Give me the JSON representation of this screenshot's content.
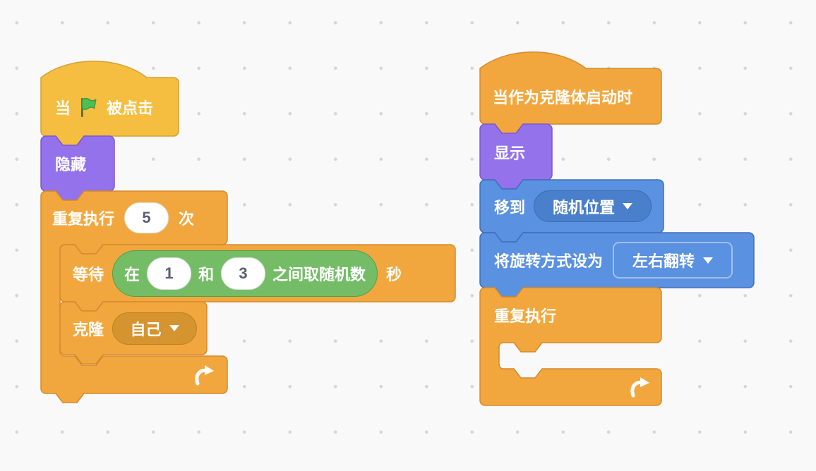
{
  "colors": {
    "workspace-bg": "#f9f9f9",
    "workspace-dot": "#d6d6d6",
    "events": "#f6be40",
    "events-border": "#d5a032",
    "control": "#f2a73e",
    "control-border": "#d68a2d",
    "looks": "#9472ec",
    "looks-border": "#7b59cf",
    "motion": "#5a91e0",
    "motion-border": "#416fbc",
    "operators": "#74bd66",
    "operators-border": "#53a046",
    "control-dropdown": "#d59430",
    "control-dropdown-border": "#be831f",
    "motion-dropdown": "#4a7fcc",
    "motion-dropdown-border": "#3d6cb3",
    "input-bg": "#ffffff",
    "input-border": "#e0e0e0",
    "input-text": "#575e75",
    "flag-green": "#4cbf56",
    "label-text": "#ffffff"
  },
  "left_script": {
    "when_flag_clicked": {
      "label_before": "当",
      "label_after": "被点击"
    },
    "hide": {
      "label": "隐藏"
    },
    "repeat": {
      "label": "重复执行",
      "times": "5",
      "unit": "次"
    },
    "wait": {
      "label": "等待",
      "unit": "秒"
    },
    "pick_random": {
      "label_before": "在",
      "min": "1",
      "label_mid": "和",
      "max": "3",
      "label_after": "之间取随机数"
    },
    "clone": {
      "label": "克隆",
      "target": "自己"
    }
  },
  "right_script": {
    "when_clone_starts": {
      "label": "当作为克隆体启动时"
    },
    "show": {
      "label": "显示"
    },
    "go_to": {
      "label": "移到",
      "target": "随机位置"
    },
    "set_rotation_style": {
      "label": "将旋转方式设为",
      "value": "左右翻转"
    },
    "forever": {
      "label": "重复执行"
    }
  }
}
